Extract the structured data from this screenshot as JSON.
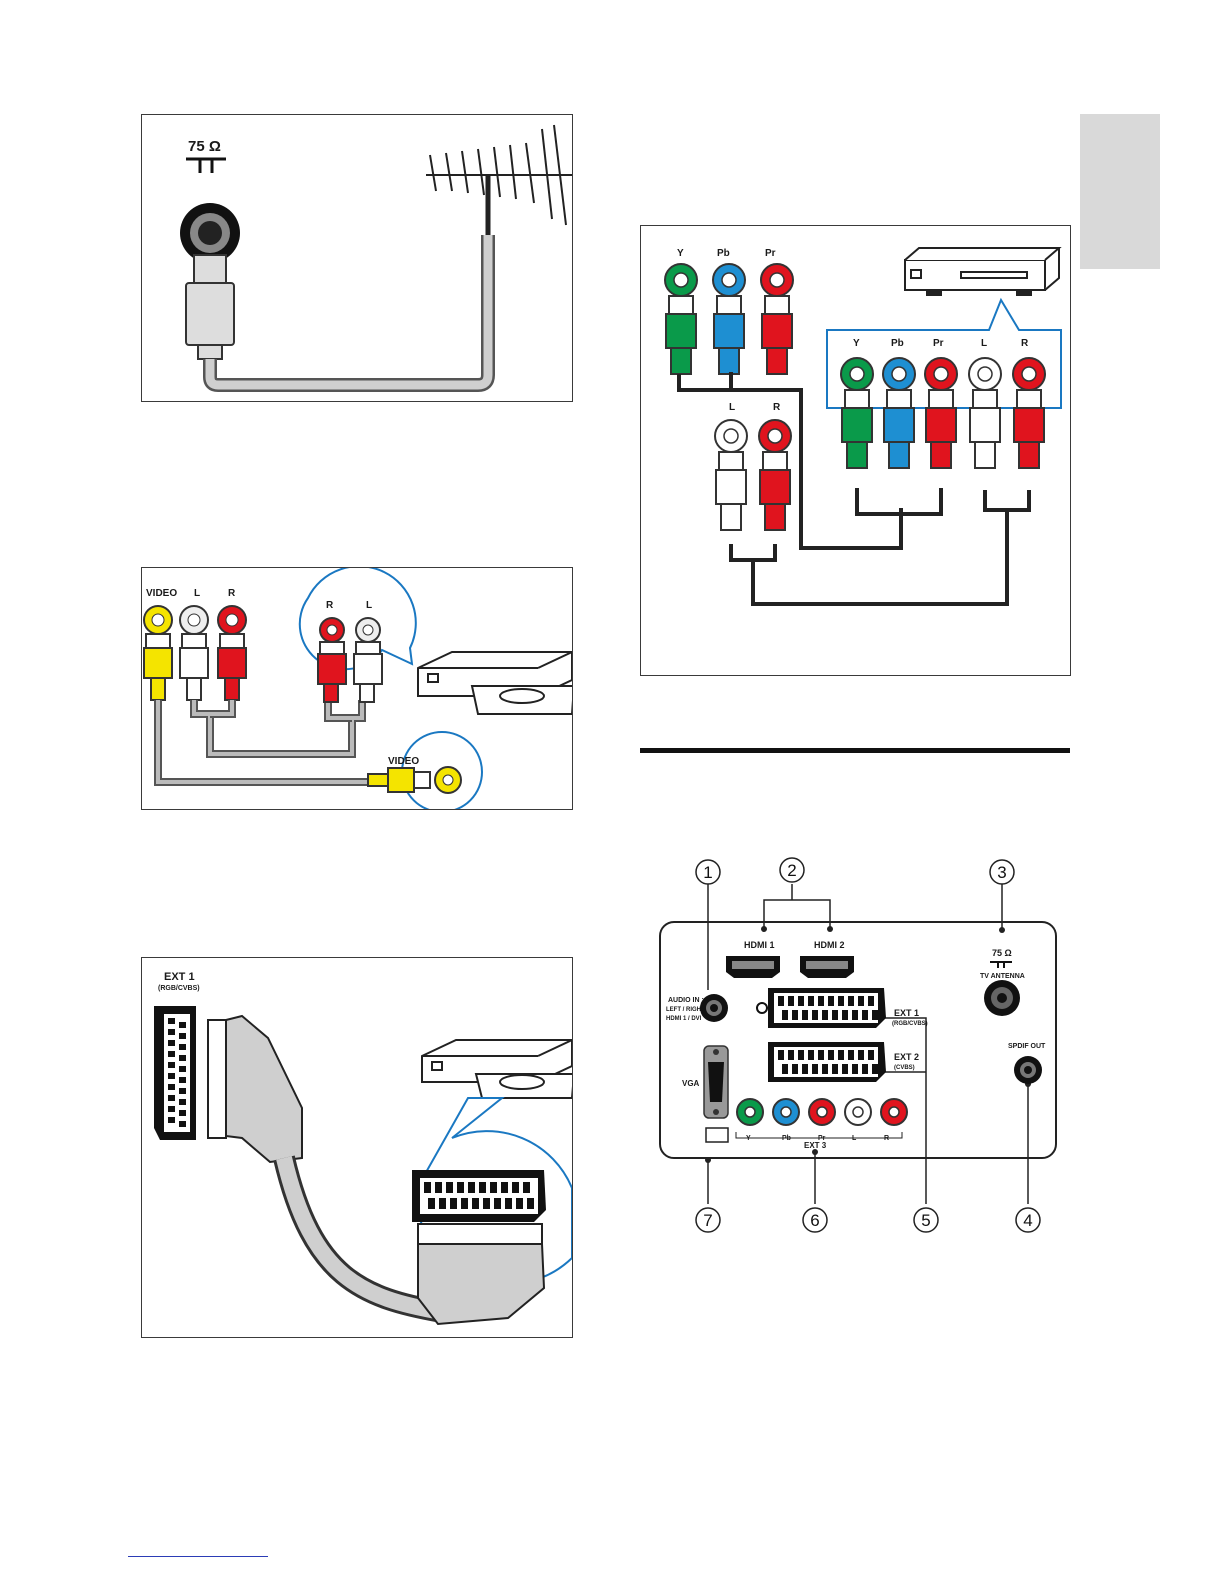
{
  "antenna_figure": {
    "impedance_label": "75 Ω"
  },
  "av_figure": {
    "tv_video": "VIDEO",
    "tv_l": "L",
    "tv_r": "R",
    "device_r": "R",
    "device_l": "L",
    "device_video": "VIDEO"
  },
  "scart_figure": {
    "ext_label": "EXT 1",
    "ext_sub": "(RGB/CVBS)"
  },
  "component_figure": {
    "tv_y": "Y",
    "tv_pb": "Pb",
    "tv_pr": "Pr",
    "tv_l": "L",
    "tv_r": "R",
    "dev_y": "Y",
    "dev_pb": "Pb",
    "dev_pr": "Pr",
    "dev_l": "L",
    "dev_r": "R"
  },
  "back_panel": {
    "callouts": [
      "1",
      "2",
      "3",
      "4",
      "5",
      "6",
      "7"
    ],
    "hdmi1": "HDMI 1",
    "hdmi2": "HDMI 2",
    "ohm": "75 Ω",
    "tv_antenna": "TV ANTENNA",
    "audio_in_1": "AUDIO IN :",
    "audio_in_2": "LEFT / RIGHT",
    "audio_in_3": "HDMI 1 / DVI",
    "ext1": "EXT 1",
    "ext1_sub": "(RGB/CVBS)",
    "ext2": "EXT 2",
    "ext2_sub": "(CVBS)",
    "spdif": "SPDIF OUT",
    "vga": "VGA",
    "y": "Y",
    "pb": "Pb",
    "pr": "Pr",
    "l": "L",
    "r": "R",
    "ext3": "EXT 3"
  },
  "colors": {
    "yellow": "#f4e400",
    "red": "#e0141e",
    "green": "#0a9a4a",
    "blue": "#1e8fd2",
    "white": "#ffffff",
    "highlight": "#1a78c2",
    "cable": "#9a9a9a",
    "tab": "#d9d9d9"
  }
}
